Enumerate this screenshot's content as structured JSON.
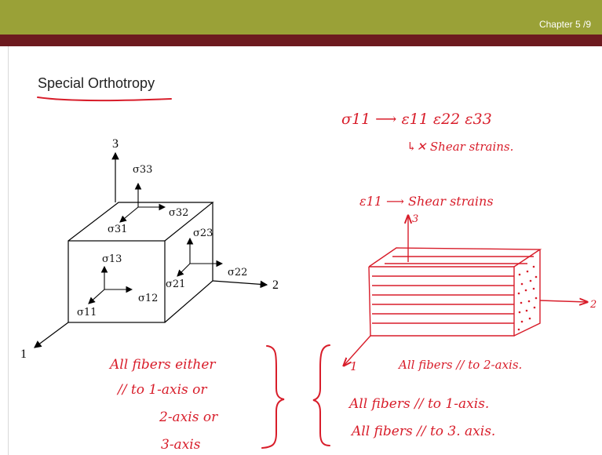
{
  "header": {
    "chapter": "Chapter 5 /9"
  },
  "slide": {
    "title": "Special Orthotropy"
  },
  "cube_diagram": {
    "axes": [
      "1",
      "2",
      "3"
    ],
    "stresses": [
      "σ33",
      "σ32",
      "σ31",
      "σ23",
      "σ22",
      "σ21",
      "σ13",
      "σ12",
      "σ11"
    ]
  },
  "annotations": {
    "lines": [
      "σ11  ⟶  ε11  ε22  ε33",
      "↳✕  Shear strains.",
      "ε11  ⟶  Shear strains"
    ],
    "left_notes": [
      "All fibers either",
      "// to 1-axis or",
      "2-axis or",
      "3-axis"
    ],
    "right_notes": [
      "All fibers // to 2-axis.",
      "All fibers // to 1-axis.",
      "All fibers // to 3. axis."
    ],
    "fiber_axes": [
      "1",
      "2",
      "3"
    ]
  },
  "colors": {
    "top_bar": "#9aa137",
    "chapter_bar": "#6d1a1f",
    "ink": "#d81d2a"
  }
}
